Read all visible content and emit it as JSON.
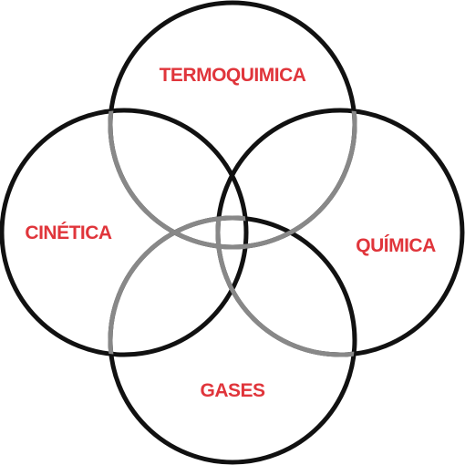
{
  "diagram": {
    "label_color": "#e0353b",
    "outline_color": "#111111",
    "overlap_color": "#888888",
    "circles": [
      {
        "id": "top",
        "label": "TERMOQUIMICA"
      },
      {
        "id": "left",
        "label": "CINÉTICA"
      },
      {
        "id": "right",
        "label": "QUÍMICA"
      },
      {
        "id": "bottom",
        "label": "GASES"
      }
    ]
  }
}
